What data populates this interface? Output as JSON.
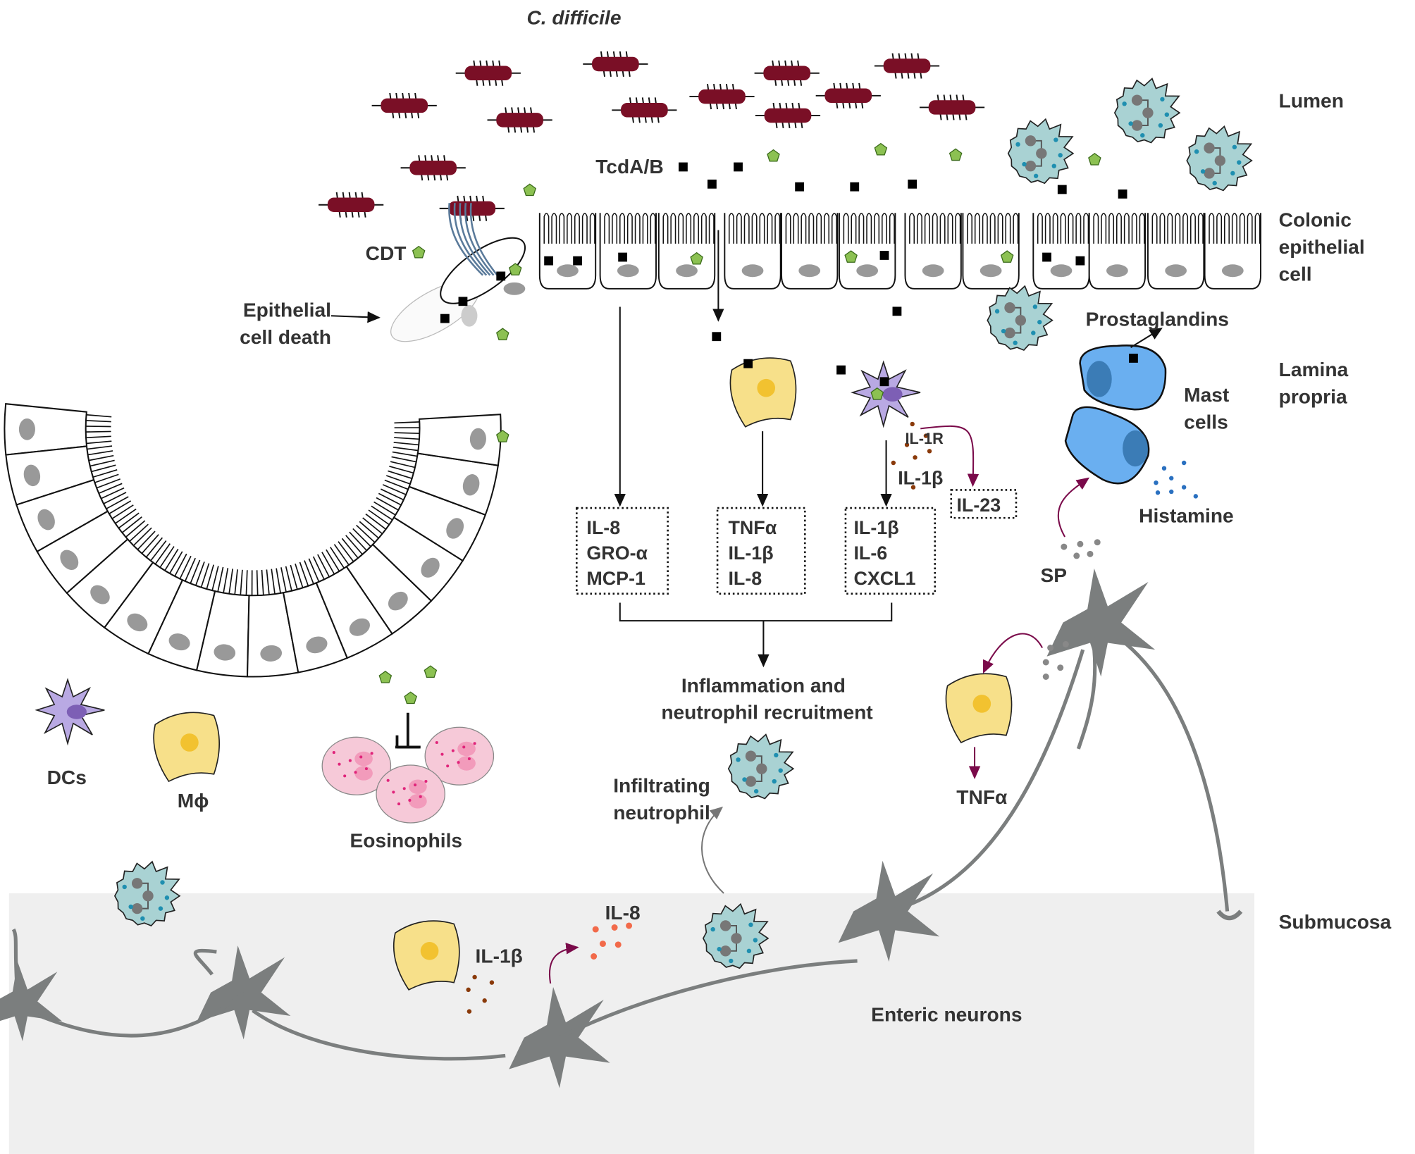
{
  "title": "C. difficile",
  "regions": {
    "lumen": "Lumen",
    "colonic_epithelial_cell": [
      "Colonic",
      "epithelial",
      "cell"
    ],
    "lamina_propria": [
      "Lamina",
      "propria"
    ],
    "submucosa": "Submucosa"
  },
  "toxins": {
    "tcd": "TcdA/B",
    "cdt": "CDT"
  },
  "epithelial_cell_death": [
    "Epithelial",
    "cell death"
  ],
  "mast_cells": {
    "prostaglandins": "Prostaglandins",
    "label": [
      "Mast",
      "cells"
    ],
    "histamine": "Histamine",
    "sp": "SP"
  },
  "dc_signals": {
    "receptor": "IL-1R",
    "cytokine": "IL-1β",
    "il23": "IL-23"
  },
  "cytokine_boxes": [
    [
      "IL-8",
      "GRO-α",
      "MCP-1"
    ],
    [
      "TNFα",
      "IL-1β",
      "IL-8"
    ],
    [
      "IL-1β",
      "IL-6",
      "CXCL1"
    ]
  ],
  "outcome": [
    "Inflammation and",
    "neutrophil recruitment"
  ],
  "infiltrating_neutrophil": [
    "Infiltrating",
    "neutrophil"
  ],
  "legend_cells": {
    "dcs": "DCs",
    "macrophage": "Mϕ",
    "eosinophils": "Eosinophils"
  },
  "neuro": {
    "tnf": "TNFα",
    "il8": "IL-8",
    "il1b": "IL-1β",
    "enteric_neurons": "Enteric neurons"
  },
  "colors": {
    "bacteria": "#7a0f26",
    "toxin_b": "#000000",
    "cdt": "#8cc152",
    "neutrophil": "#a9d2d3",
    "macrophage": "#f7e08a",
    "dc": "#b9a9e3",
    "eosinophil": "#f6c9d8",
    "mast_cell": "#6aaff0",
    "neuron": "#7b7e7e",
    "submucosa_bg": "#efefef",
    "pathway_arrow": "#7a0a4a"
  }
}
